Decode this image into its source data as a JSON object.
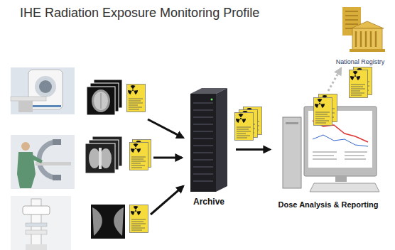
{
  "diagram": {
    "title": "IHE Radiation Exposure Monitoring Profile",
    "nodes": [
      {
        "text": [
          "Archive"
        ]
      },
      {
        "text": [
          "Dose Analysis & Reporting"
        ]
      },
      {
        "text": [
          "National Registry"
        ]
      }
    ],
    "edges": [
      {
        "from": 0,
        "to": 1,
        "arrow": "to"
      },
      {
        "from": 1,
        "to": 2,
        "arrow": "to"
      }
    ]
  }
}
